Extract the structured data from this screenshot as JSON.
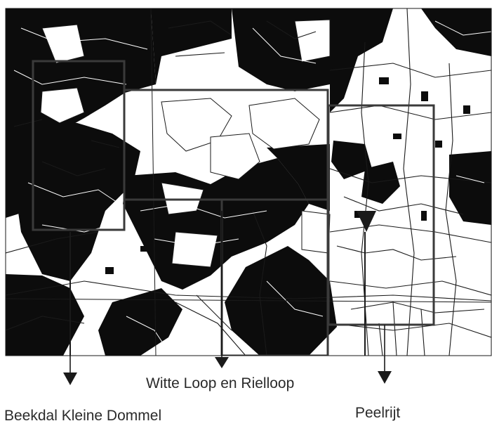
{
  "colors": {
    "land": "#ffffff",
    "dark_area": "#0c0c0c",
    "line": "#1a1a1a",
    "frame": "#3a3a3a",
    "text": "#2a2a2a"
  },
  "areas": [
    {
      "id": "beekdal",
      "label": "Beekdal Kleine Dommel"
    },
    {
      "id": "witte",
      "label": "Witte Loop en Rielloop"
    },
    {
      "id": "peelrijt",
      "label": "Peelrijt"
    }
  ]
}
